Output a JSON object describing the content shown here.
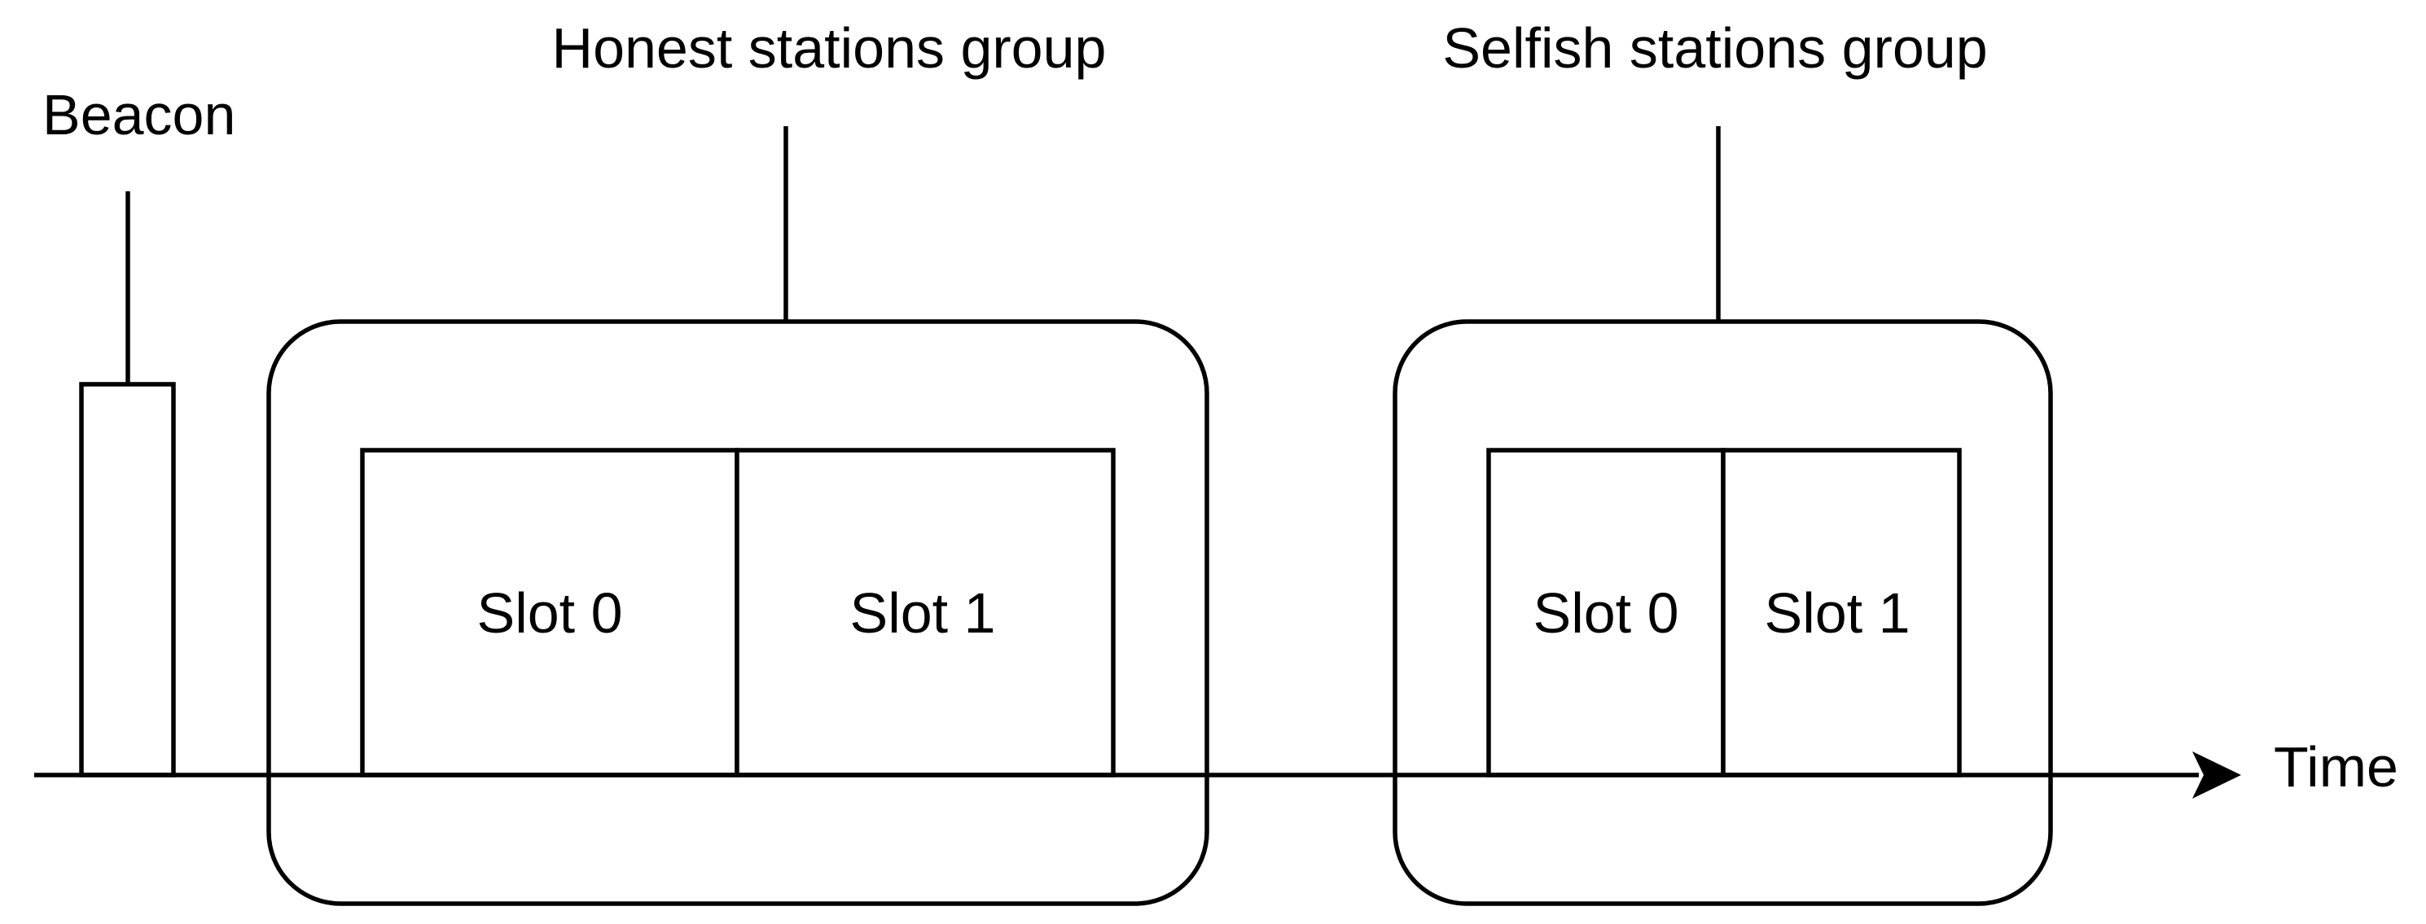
{
  "labels": {
    "beacon": "Beacon",
    "honest_group": "Honest stations group",
    "selfish_group": "Selfish stations group",
    "time": "Time"
  },
  "honest_slots": [
    "Slot 0",
    "Slot 1"
  ],
  "selfish_slots": [
    "Slot 0",
    "Slot 1"
  ],
  "colors": {
    "stroke": "#000000",
    "background": "#ffffff"
  }
}
